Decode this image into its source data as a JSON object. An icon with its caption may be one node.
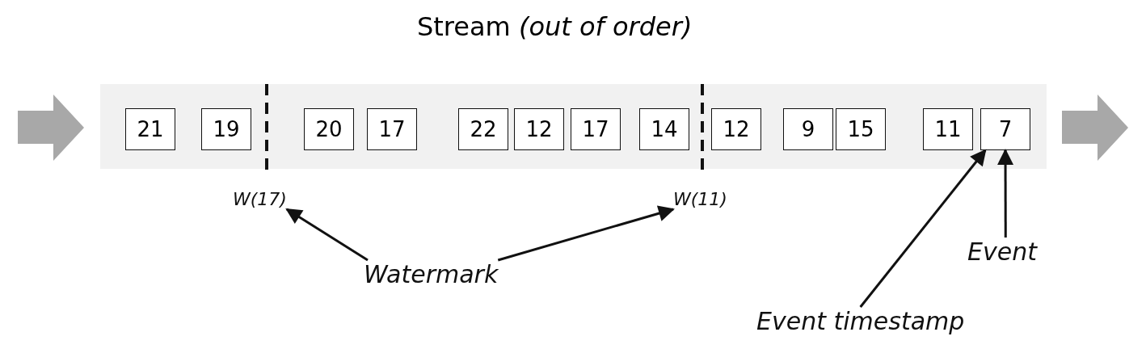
{
  "diagram": {
    "title": "Stream *(out of order)*",
    "nodes": [
      {
        "text": [],
        "shape": "bar"
      },
      {
        "text": [
          "21"
        ],
        "in": 0
      },
      {
        "text": [
          "19"
        ],
        "in": 0
      },
      {
        "text": [
          "20"
        ],
        "in": 0
      },
      {
        "text": [
          "17"
        ],
        "in": 0
      },
      {
        "text": [
          "22"
        ],
        "in": 0
      },
      {
        "text": [
          "12"
        ],
        "in": 0
      },
      {
        "text": [
          "17"
        ],
        "in": 0
      },
      {
        "text": [
          "14"
        ],
        "in": 0
      },
      {
        "text": [
          "12"
        ],
        "in": 0
      },
      {
        "text": [
          "9"
        ],
        "in": 0
      },
      {
        "text": [
          "15"
        ],
        "in": 0
      },
      {
        "text": [
          "11"
        ],
        "in": 0
      },
      {
        "text": [
          "7"
        ],
        "in": 0
      },
      {
        "text": [
          "W(17)"
        ]
      },
      {
        "text": [
          "W(11)"
        ]
      },
      {
        "text": [
          "Watermark"
        ]
      },
      {
        "text": [
          "Event"
        ]
      },
      {
        "text": [
          "Event timestamp"
        ]
      }
    ],
    "edges": [
      {
        "from": 16,
        "to": 14,
        "arrow": "to"
      },
      {
        "from": 16,
        "to": 15,
        "arrow": "to"
      },
      {
        "from": 17,
        "to": 13,
        "arrow": "to"
      },
      {
        "from": 18,
        "to": 13,
        "arrow": "to"
      }
    ]
  }
}
